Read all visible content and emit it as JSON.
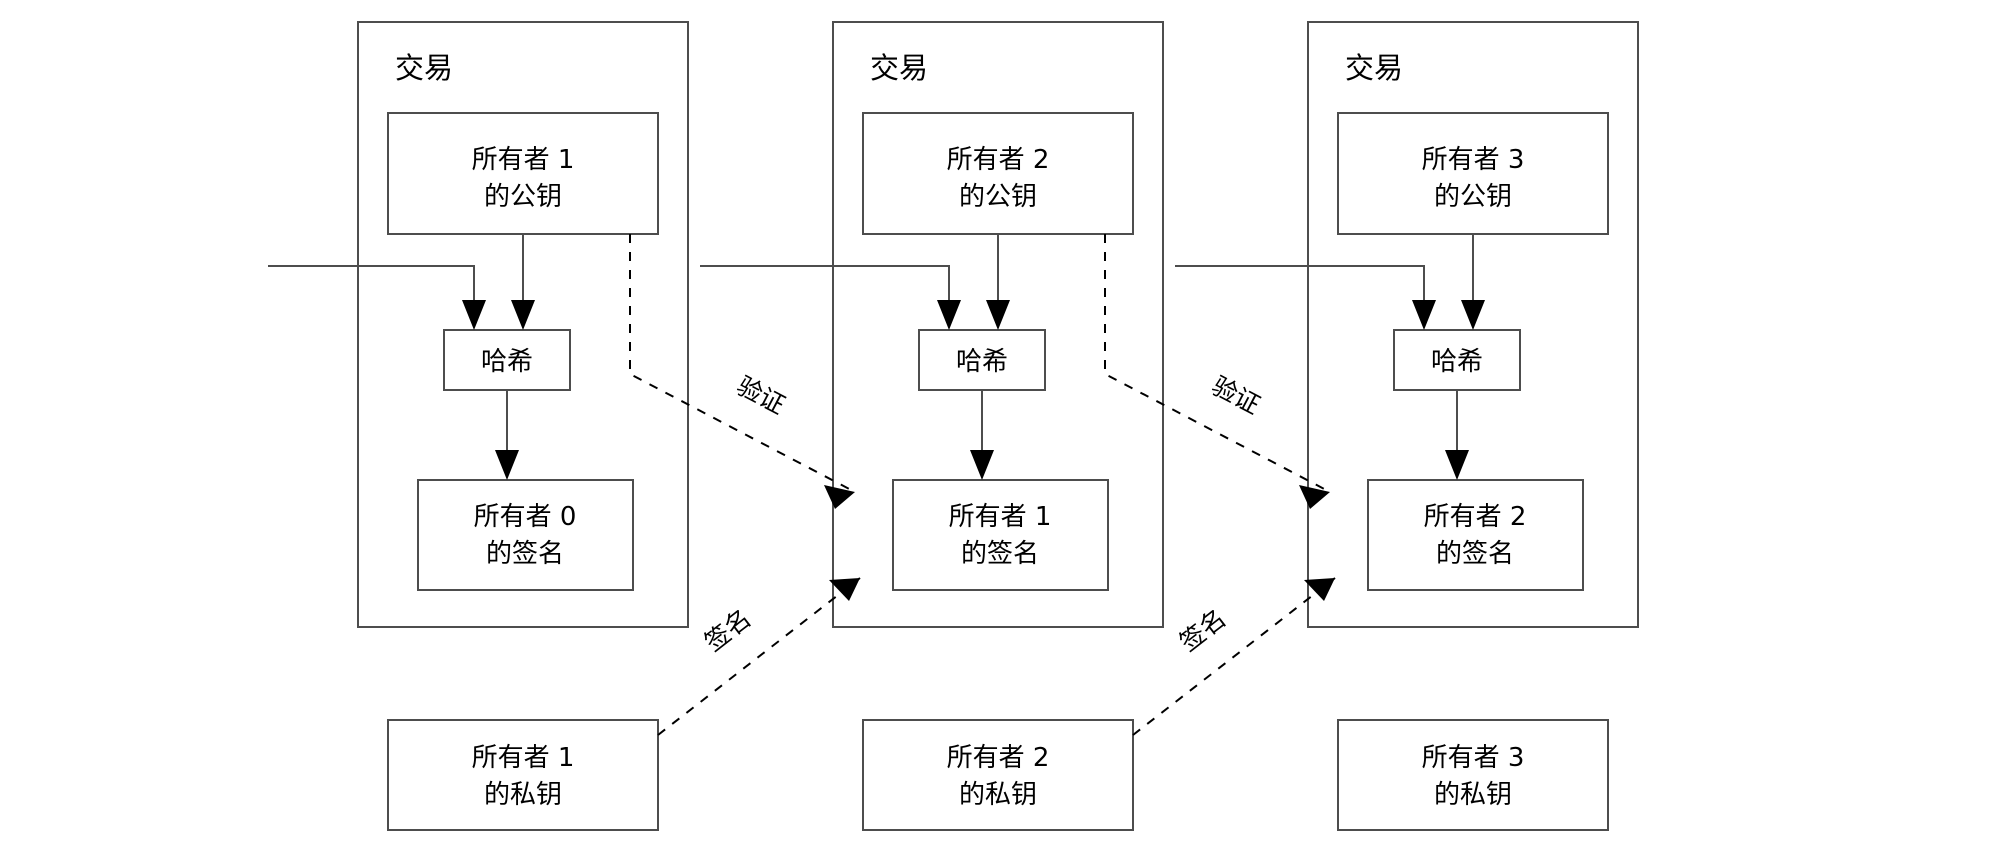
{
  "diagram": {
    "title": "Bitcoin transaction chain",
    "colors": {
      "stroke": "#4d4d4d",
      "dashed": "#000000",
      "text": "#000000",
      "background": "#ffffff"
    },
    "transactions": [
      {
        "header": "交易",
        "public_key": "所有者 1\n的公钥",
        "public_key_line1": "所有者 1",
        "public_key_line2": "的公钥",
        "hash": "哈希",
        "signature_line1": "所有者 0",
        "signature_line2": "的签名"
      },
      {
        "header": "交易",
        "public_key_line1": "所有者 2",
        "public_key_line2": "的公钥",
        "hash": "哈希",
        "signature_line1": "所有者 1",
        "signature_line2": "的签名"
      },
      {
        "header": "交易",
        "public_key_line1": "所有者 3",
        "public_key_line2": "的公钥",
        "hash": "哈希",
        "signature_line1": "所有者 2",
        "signature_line2": "的签名"
      }
    ],
    "private_keys": [
      {
        "line1": "所有者 1",
        "line2": "的私钥"
      },
      {
        "line1": "所有者 2",
        "line2": "的私钥"
      },
      {
        "line1": "所有者 3",
        "line2": "的私钥"
      }
    ],
    "edge_labels": {
      "verify_1": "验证",
      "verify_2": "验证",
      "sign_1": "签名",
      "sign_2": "签名"
    }
  }
}
